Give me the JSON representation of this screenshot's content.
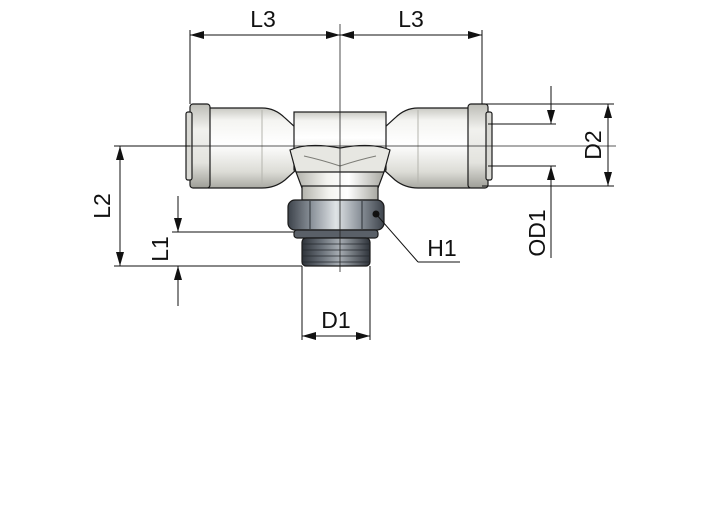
{
  "dimensions": {
    "l3_left": "L3",
    "l3_right": "L3",
    "l2": "L2",
    "l1": "L1",
    "d1": "D1",
    "h1": "H1",
    "d2": "D2",
    "od1": "OD1"
  },
  "colors": {
    "body_light": "#f2f2ef",
    "body_shade": "#b8b8b0",
    "nut_light": "#cfd3d6",
    "nut_dark": "#4a5058",
    "thread_dark": "#3a3f46",
    "line": "#111111"
  }
}
